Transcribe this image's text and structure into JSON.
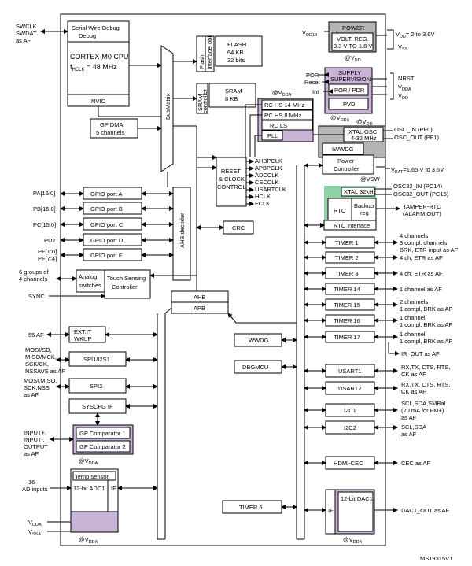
{
  "diagram": {
    "id_label": "MS19315V1",
    "cpu": {
      "debug": "Serial Wire Debug",
      "core": "CORTEX-M0 CPU",
      "freq": "f",
      "freq_sub": "HCLK",
      "freq_val": " = 48 MHz",
      "nvic": "NVIC"
    },
    "left_signals": {
      "swclk": "SWCLK",
      "swdat": "SWDAT",
      "as_af": "as AF",
      "pa": "PA[15:0]",
      "pb": "PB[15:0]",
      "pc": "PC[15:0]",
      "pd": "PD2",
      "pf1": "PF[1:0]",
      "pf2": "PF[7:4]",
      "touch1": "6 groups of",
      "touch2": "4 channels",
      "sync": "SYNC",
      "af55": "55 AF",
      "spi_a1": "MOSI/SD,",
      "spi_a2": "MISO/MCK,",
      "spi_a3": "SCK/CK,",
      "spi_a4": "NSS/WS as AF",
      "spi_b1": "MOSI,MISO,",
      "spi_b2": "SCK,NSS",
      "spi_b3": "as AF",
      "cmp1": "INPUT+,",
      "cmp2": "INPUT-,",
      "cmp3": "OUTPUT",
      "cmp4": "as AF",
      "ad1": "16",
      "ad2": "AD inputs",
      "vdda": "V",
      "vdda_sub": "DDA",
      "vssa": "V",
      "vssa_sub": "SSA"
    },
    "memory": {
      "flash_if1": "Flash",
      "flash_if2": "interface",
      "flash_if3": "obl",
      "flash1": "FLASH",
      "flash2": "64 KB",
      "flash3": "32 bits",
      "sram_if1": "SRAM",
      "sram_if2": "controller",
      "sram1": "SRAM",
      "sram2": "8 KB"
    },
    "busmatrix": "BusMatrix",
    "dma1": "GP DMA",
    "dma2": "5 channels",
    "gpio": [
      "GPIO port A",
      "GPIO port B",
      "GPIO port C",
      "GPIO port D",
      "GPIO port F"
    ],
    "ahb_decoder": "AHB decoder",
    "analog1": "Analog",
    "analog2": "switches",
    "tsc1": "Touch Sensing",
    "tsc2": "Controller",
    "ahb": "AHB",
    "apb": "APB",
    "exti1": "EXT.IT",
    "exti2": "WKUP",
    "spi1": "SPI1/I2S1",
    "spi2": "SPI2",
    "syscfg": "SYSCFG IF",
    "comp1": "GP Comparator 1",
    "comp2": "GP Comparator 2",
    "temp": "Temp sensor",
    "adc": "12-bit ADC1",
    "if": "IF",
    "at_vdda": "@V",
    "at_vdda_sub": "DDA",
    "at_vdd": "@V",
    "at_vdd_sub": "DD",
    "at_vsw": "@VSW",
    "clocks": {
      "rchs14": "RC HS 14 MHz",
      "rchs8": "RC HS 8 MHz",
      "rcls": "RC LS",
      "pll": "PLL",
      "reset1": "RESET",
      "reset2": "& CLOCK",
      "reset3": "CONTROL",
      "outs": [
        "AHBPCLK",
        "APBPCLK",
        "ADCCLK",
        "CECCLK",
        "USARTCLK",
        "HCLK",
        "FCLK"
      ]
    },
    "crc": "CRC",
    "power": {
      "title": "POWER",
      "vreg1": "VOLT. REG.",
      "vreg2": "3.3 V TO 1.8 V",
      "vdd18": "V",
      "vdd18_sub": "DD18",
      "vdd_range": "= 2 to 3.6V",
      "vdd": "V",
      "vdd_sub": "DD",
      "vss": "V",
      "vss_sub": "SS"
    },
    "supply": {
      "title1": "SUPPLY",
      "title2": "SUPERVISION",
      "por_pdr": "POR / PDR",
      "pvd": "PVD",
      "por": "POR",
      "reset": "Reset",
      "int": "Int",
      "nrst": "NRST",
      "vdda": "V",
      "vdda_sub": "DDA",
      "vdd": "V",
      "vdd_sub": "DD"
    },
    "xtal": {
      "osc1": "XTAL OSC",
      "osc2": "4-32 MHz",
      "osc_in": "OSC_IN (PF0)",
      "osc_out": "OSC_OUT (PF1)",
      "iwdg": "IWWDG",
      "pc1": "Power",
      "pc2": "Controller",
      "vbat": "V",
      "vbat_sub": "BAT",
      "vbat_val": "=1.65 V to 3.6V",
      "xtal32": "XTAL 32kHz",
      "osc32_in": "OSC32_IN (PC14)",
      "osc32_out": "OSC32_OUT (PC15)",
      "rtc": "RTC",
      "backup1": "Backup",
      "backup2": "reg",
      "rtc_if": "RTC interface",
      "tamper1": "TAMPER-RTC",
      "tamper2": "(ALARM OUT)"
    },
    "timers": [
      {
        "name": "TIMER 1",
        "d1": "4 channels",
        "d2": "3 compl. channels",
        "d3": "BRK, ETR input as AF"
      },
      {
        "name": "TIMER 2",
        "d1": "4 ch, ETR as AF",
        "d2": "",
        "d3": ""
      },
      {
        "name": "TIMER 3",
        "d1": "4 ch, ETR as AF",
        "d2": "",
        "d3": ""
      },
      {
        "name": "TIMER 14",
        "d1": "1 channel as AF",
        "d2": "",
        "d3": ""
      },
      {
        "name": "TIMER 15",
        "d1": "2 channels",
        "d2": "1 compl, BRK as AF",
        "d3": ""
      },
      {
        "name": "TIMER 16",
        "d1": "1 channel,",
        "d2": "1 compl, BRK as AF",
        "d3": ""
      },
      {
        "name": "TIMER 17",
        "d1": "1 channel,",
        "d2": "1 compl, BRK as AF",
        "d3": ""
      }
    ],
    "ir_out": "IR_OUT as AF",
    "wwdg": "WWDG",
    "dbgmcu": "DBGMCU",
    "usart1": "USART1",
    "usart2": "USART2",
    "usart_d1": "RX,TX, CTS, RTS,",
    "usart_d2": "CK as AF",
    "i2c1": "I2C1",
    "i2c2": "I2C2",
    "i2c1_d1": "SCL,SDA,SMBal",
    "i2c1_d2": "(20 mA for FM+)",
    "i2c1_d3": "as AF",
    "i2c2_d1": "SCL,SDA",
    "i2c2_d2": "as AF",
    "cec": "HDMI-CEC",
    "cec_d": "CEC as AF",
    "timer6": "TIMER 6",
    "dac": "12-bit DAC1",
    "dac_if": "IF",
    "dac_out": "DAC1_OUT as AF"
  }
}
